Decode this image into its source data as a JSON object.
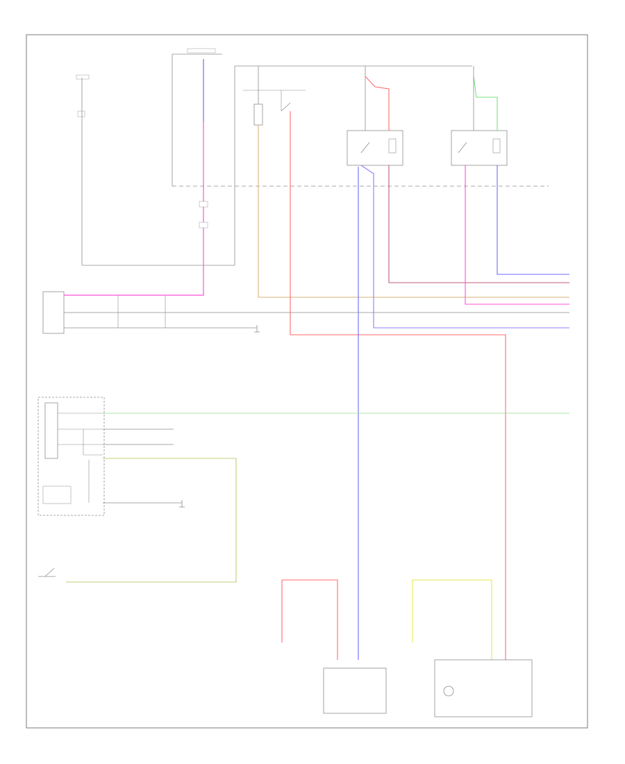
{
  "diagram": {
    "page_code": "",
    "colors": {
      "frame": "#7a7a7a",
      "ground_wire": "#8c8c8c",
      "pink": "#ff4fd8",
      "red": "#ff6a6a",
      "blue": "#6a6aff",
      "green": "#7ee27e",
      "tan": "#d9b27a",
      "yellow": "#e6e64d",
      "purple_blue": "#8a7cff",
      "violet": "#c07cff"
    },
    "components": [
      {
        "id": "junction-box",
        "label": ""
      },
      {
        "id": "tail-relay",
        "label": ""
      },
      {
        "id": "left-headlight-relay",
        "label": ""
      },
      {
        "id": "right-headlight-relay",
        "label": ""
      },
      {
        "id": "body-control-module",
        "label": ""
      },
      {
        "id": "instrument-cluster",
        "label": ""
      },
      {
        "id": "parking-brake-switch",
        "label": ""
      },
      {
        "id": "left-combination-lamp",
        "label": ""
      },
      {
        "id": "right-combination-lamp",
        "label": ""
      },
      {
        "id": "left-headlight",
        "label": ""
      },
      {
        "id": "right-headlight",
        "label": ""
      }
    ],
    "off_page_connectors": [
      {
        "id": "a",
        "label": ""
      },
      {
        "id": "b",
        "label": ""
      },
      {
        "id": "c",
        "label": ""
      },
      {
        "id": "d",
        "label": ""
      },
      {
        "id": "e",
        "label": ""
      },
      {
        "id": "f",
        "label": ""
      }
    ]
  }
}
